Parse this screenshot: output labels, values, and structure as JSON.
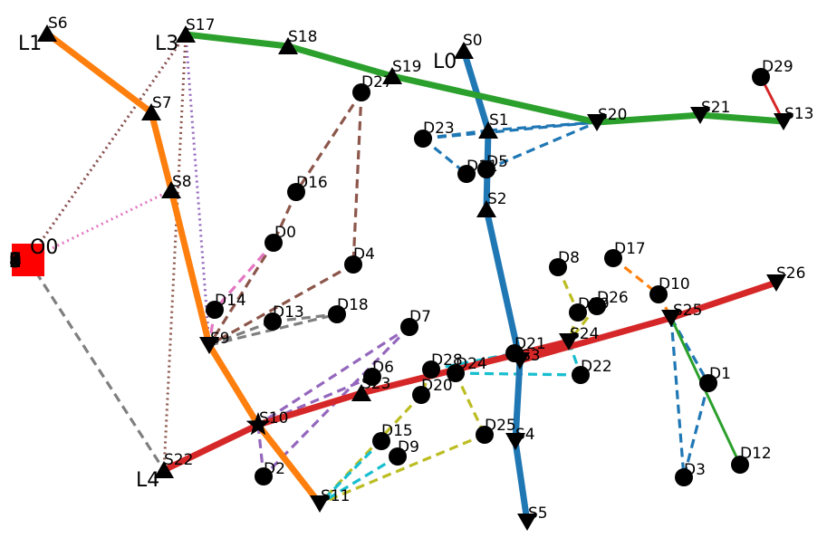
{
  "diagram": {
    "lines": [
      {
        "name": "L0",
        "color": "#1f77b4",
        "stops": [
          "S0",
          "S1",
          "S2",
          "S3",
          "S4",
          "S5"
        ]
      },
      {
        "name": "L1",
        "color": "#ff7f0e",
        "stops": [
          "S6",
          "S7",
          "S8",
          "S9",
          "S10",
          "S11"
        ]
      },
      {
        "name": "L3",
        "color": "#2ca02c",
        "stops": [
          "S17",
          "S18",
          "S19",
          "S20",
          "S21",
          "S13"
        ]
      },
      {
        "name": "L4",
        "color": "#d62728",
        "stops": [
          "S22",
          "S10",
          "S23",
          "S24",
          "S3",
          "S25",
          "S26"
        ]
      }
    ],
    "nodes": [
      {
        "id": "S0",
        "label": "S0",
        "shape": "tri-up"
      },
      {
        "id": "S1",
        "label": "S1",
        "shape": "tri-up"
      },
      {
        "id": "S2",
        "label": "S2",
        "shape": "tri-up"
      },
      {
        "id": "S3",
        "label": "S3",
        "shape": "tri-down"
      },
      {
        "id": "S4",
        "label": "S4",
        "shape": "tri-down"
      },
      {
        "id": "S5",
        "label": "S5",
        "shape": "tri-down"
      },
      {
        "id": "S6",
        "label": "S6",
        "shape": "tri-up"
      },
      {
        "id": "S7",
        "label": "S7",
        "shape": "tri-up"
      },
      {
        "id": "S8",
        "label": "S8",
        "shape": "tri-up"
      },
      {
        "id": "S9",
        "label": "S9",
        "shape": "tri-down"
      },
      {
        "id": "S10",
        "label": "S10",
        "shape": "star"
      },
      {
        "id": "S11",
        "label": "S11",
        "shape": "tri-down"
      },
      {
        "id": "S13",
        "label": "S13",
        "shape": "tri-down"
      },
      {
        "id": "S17",
        "label": "S17",
        "shape": "tri-up"
      },
      {
        "id": "S18",
        "label": "S18",
        "shape": "tri-up"
      },
      {
        "id": "S19",
        "label": "S19",
        "shape": "tri-up"
      },
      {
        "id": "S20",
        "label": "S20",
        "shape": "tri-down"
      },
      {
        "id": "S21",
        "label": "S21",
        "shape": "tri-down"
      },
      {
        "id": "S22",
        "label": "S22",
        "shape": "tri-up"
      },
      {
        "id": "S23",
        "label": "S23",
        "shape": "tri-up"
      },
      {
        "id": "S24",
        "label": "S24",
        "shape": "tri-down"
      },
      {
        "id": "S25",
        "label": "S25",
        "shape": "tri-down"
      },
      {
        "id": "S26",
        "label": "S26",
        "shape": "tri-down"
      },
      {
        "id": "D0",
        "label": "D0",
        "shape": "circle"
      },
      {
        "id": "D1",
        "label": "D1",
        "shape": "circle"
      },
      {
        "id": "D2",
        "label": "D2",
        "shape": "circle"
      },
      {
        "id": "D3",
        "label": "D3",
        "shape": "circle"
      },
      {
        "id": "D4",
        "label": "D4",
        "shape": "circle"
      },
      {
        "id": "D5",
        "label": "D5",
        "shape": "circle"
      },
      {
        "id": "D6",
        "label": "D6",
        "shape": "circle"
      },
      {
        "id": "D7",
        "label": "D7",
        "shape": "circle"
      },
      {
        "id": "D8",
        "label": "D8",
        "shape": "circle"
      },
      {
        "id": "D9",
        "label": "D9",
        "shape": "circle"
      },
      {
        "id": "D10",
        "label": "D10",
        "shape": "circle"
      },
      {
        "id": "D11",
        "label": "D11",
        "shape": "circle"
      },
      {
        "id": "D12",
        "label": "D12",
        "shape": "circle"
      },
      {
        "id": "D13",
        "label": "D13",
        "shape": "circle"
      },
      {
        "id": "D14",
        "label": "D14",
        "shape": "circle"
      },
      {
        "id": "D15",
        "label": "D15",
        "shape": "circle"
      },
      {
        "id": "D16",
        "label": "D16",
        "shape": "circle"
      },
      {
        "id": "D17",
        "label": "D17",
        "shape": "circle"
      },
      {
        "id": "D18",
        "label": "D18",
        "shape": "circle"
      },
      {
        "id": "D19",
        "label": "D19",
        "shape": "circle"
      },
      {
        "id": "D20",
        "label": "D20",
        "shape": "circle"
      },
      {
        "id": "D21",
        "label": "D21",
        "shape": "circle"
      },
      {
        "id": "D22",
        "label": "D22",
        "shape": "circle"
      },
      {
        "id": "D23",
        "label": "D23",
        "shape": "circle"
      },
      {
        "id": "D24",
        "label": "D24",
        "shape": "circle"
      },
      {
        "id": "D25",
        "label": "D25",
        "shape": "circle"
      },
      {
        "id": "D26",
        "label": "D26",
        "shape": "circle"
      },
      {
        "id": "D27",
        "label": "D27",
        "shape": "circle"
      },
      {
        "id": "D28",
        "label": "D28",
        "shape": "circle"
      },
      {
        "id": "D29",
        "label": "D29",
        "shape": "circle"
      },
      {
        "id": "O0",
        "label": "O0",
        "shape": "square"
      }
    ],
    "links": [
      {
        "from": "S0",
        "to": "S1",
        "style": "line",
        "color": "#1f77b4"
      },
      {
        "from": "S1",
        "to": "S2",
        "style": "line",
        "color": "#1f77b4"
      },
      {
        "from": "S2",
        "to": "S3",
        "style": "line",
        "color": "#1f77b4"
      },
      {
        "from": "S3",
        "to": "S4",
        "style": "line",
        "color": "#1f77b4"
      },
      {
        "from": "S4",
        "to": "S5",
        "style": "line",
        "color": "#1f77b4"
      },
      {
        "from": "S6",
        "to": "S7",
        "style": "line",
        "color": "#ff7f0e"
      },
      {
        "from": "S7",
        "to": "S8",
        "style": "line",
        "color": "#ff7f0e"
      },
      {
        "from": "S8",
        "to": "S9",
        "style": "line",
        "color": "#ff7f0e"
      },
      {
        "from": "S9",
        "to": "S10",
        "style": "line",
        "color": "#ff7f0e"
      },
      {
        "from": "S10",
        "to": "S11",
        "style": "line",
        "color": "#ff7f0e"
      },
      {
        "from": "S17",
        "to": "S18",
        "style": "line",
        "color": "#2ca02c"
      },
      {
        "from": "S18",
        "to": "S19",
        "style": "line",
        "color": "#2ca02c"
      },
      {
        "from": "S19",
        "to": "S20",
        "style": "line",
        "color": "#2ca02c"
      },
      {
        "from": "S20",
        "to": "S21",
        "style": "line",
        "color": "#2ca02c"
      },
      {
        "from": "S21",
        "to": "S13",
        "style": "line",
        "color": "#2ca02c"
      },
      {
        "from": "S22",
        "to": "S10",
        "style": "line",
        "color": "#d62728"
      },
      {
        "from": "S10",
        "to": "S23",
        "style": "line",
        "color": "#d62728"
      },
      {
        "from": "S23",
        "to": "S24",
        "style": "line",
        "color": "#d62728"
      },
      {
        "from": "S24",
        "to": "S3",
        "style": "line",
        "color": "#d62728"
      },
      {
        "from": "S3",
        "to": "S25",
        "style": "line",
        "color": "#d62728"
      },
      {
        "from": "S25",
        "to": "S26",
        "style": "line",
        "color": "#d62728"
      },
      {
        "from": "D29",
        "to": "S13",
        "style": "thin",
        "color": "#d62728"
      },
      {
        "from": "S25",
        "to": "D12",
        "style": "thin",
        "color": "#2ca02c"
      },
      {
        "from": "D23",
        "to": "S1",
        "style": "dashed",
        "color": "#1f77b4"
      },
      {
        "from": "S1",
        "to": "S20",
        "style": "dashed",
        "color": "#1f77b4"
      },
      {
        "from": "D23",
        "to": "S20",
        "style": "dashed",
        "color": "#1f77b4"
      },
      {
        "from": "D23",
        "to": "D11",
        "style": "dashed",
        "color": "#1f77b4"
      },
      {
        "from": "D11",
        "to": "D5",
        "style": "dashed",
        "color": "#1f77b4"
      },
      {
        "from": "D5",
        "to": "S20",
        "style": "dashed",
        "color": "#1f77b4"
      },
      {
        "from": "S25",
        "to": "D1",
        "style": "dashed",
        "color": "#1f77b4"
      },
      {
        "from": "D1",
        "to": "D3",
        "style": "dashed",
        "color": "#1f77b4"
      },
      {
        "from": "S25",
        "to": "D3",
        "style": "dashed",
        "color": "#1f77b4"
      },
      {
        "from": "D27",
        "to": "D16",
        "style": "dashed",
        "color": "#8c564b"
      },
      {
        "from": "D16",
        "to": "D0",
        "style": "dashed",
        "color": "#8c564b"
      },
      {
        "from": "D0",
        "to": "S9",
        "style": "dashed",
        "color": "#8c564b"
      },
      {
        "from": "D27",
        "to": "D4",
        "style": "dashed",
        "color": "#8c564b"
      },
      {
        "from": "D4",
        "to": "S9",
        "style": "dashed",
        "color": "#8c564b"
      },
      {
        "from": "D0",
        "to": "D14",
        "style": "dashed",
        "color": "#e377c2"
      },
      {
        "from": "D14",
        "to": "S9",
        "style": "dashed",
        "color": "#e377c2"
      },
      {
        "from": "S9",
        "to": "D13",
        "style": "dashed",
        "color": "#7f7f7f"
      },
      {
        "from": "D13",
        "to": "D18",
        "style": "dashed",
        "color": "#7f7f7f"
      },
      {
        "from": "S9",
        "to": "D18",
        "style": "dashed",
        "color": "#7f7f7f"
      },
      {
        "from": "O0",
        "to": "S22",
        "style": "dashed",
        "color": "#7f7f7f"
      },
      {
        "from": "D7",
        "to": "S10",
        "style": "dashed",
        "color": "#9467bd"
      },
      {
        "from": "D7",
        "to": "D2",
        "style": "dashed",
        "color": "#9467bd"
      },
      {
        "from": "D6",
        "to": "S10",
        "style": "dashed",
        "color": "#9467bd"
      },
      {
        "from": "S10",
        "to": "D2",
        "style": "dashed",
        "color": "#9467bd"
      },
      {
        "from": "D8",
        "to": "D19",
        "style": "dashed",
        "color": "#bcbd22"
      },
      {
        "from": "D19",
        "to": "S24",
        "style": "dashed",
        "color": "#bcbd22"
      },
      {
        "from": "D26",
        "to": "S24",
        "style": "dashed",
        "color": "#bcbd22"
      },
      {
        "from": "D20",
        "to": "S11",
        "style": "dashed",
        "color": "#bcbd22"
      },
      {
        "from": "D28",
        "to": "D20",
        "style": "dashed",
        "color": "#bcbd22"
      },
      {
        "from": "D25",
        "to": "S11",
        "style": "dashed",
        "color": "#bcbd22"
      },
      {
        "from": "D24",
        "to": "D25",
        "style": "dashed",
        "color": "#bcbd22"
      },
      {
        "from": "D17",
        "to": "D10",
        "style": "dashed",
        "color": "#ff7f0e"
      },
      {
        "from": "D10",
        "to": "S25",
        "style": "dashed",
        "color": "#ff7f0e"
      },
      {
        "from": "D28",
        "to": "D21",
        "style": "dashed",
        "color": "#17becf"
      },
      {
        "from": "D24",
        "to": "D22",
        "style": "dashed",
        "color": "#17becf"
      },
      {
        "from": "D21",
        "to": "S24",
        "style": "dashed",
        "color": "#17becf"
      },
      {
        "from": "S24",
        "to": "D22",
        "style": "dashed",
        "color": "#17becf"
      },
      {
        "from": "D15",
        "to": "D9",
        "style": "dashed",
        "color": "#17becf"
      },
      {
        "from": "D15",
        "to": "S11",
        "style": "dashed",
        "color": "#17becf"
      },
      {
        "from": "D9",
        "to": "S11",
        "style": "dashed",
        "color": "#17becf"
      },
      {
        "from": "O0",
        "to": "S17",
        "style": "dotted",
        "color": "#9467bd"
      },
      {
        "from": "S17",
        "to": "S9",
        "style": "dotted",
        "color": "#9467bd"
      },
      {
        "from": "O0",
        "to": "S8",
        "style": "dotted",
        "color": "#e377c2"
      },
      {
        "from": "S17",
        "to": "S22",
        "style": "dotted",
        "color": "#8c564b"
      },
      {
        "from": "O0",
        "to": "S17",
        "style": "dotted",
        "color": "#8c564b"
      }
    ],
    "square_overlay_digits": [
      "0",
      "1",
      "2",
      "3",
      "4",
      "5",
      "6",
      "7",
      "8",
      "9"
    ]
  }
}
